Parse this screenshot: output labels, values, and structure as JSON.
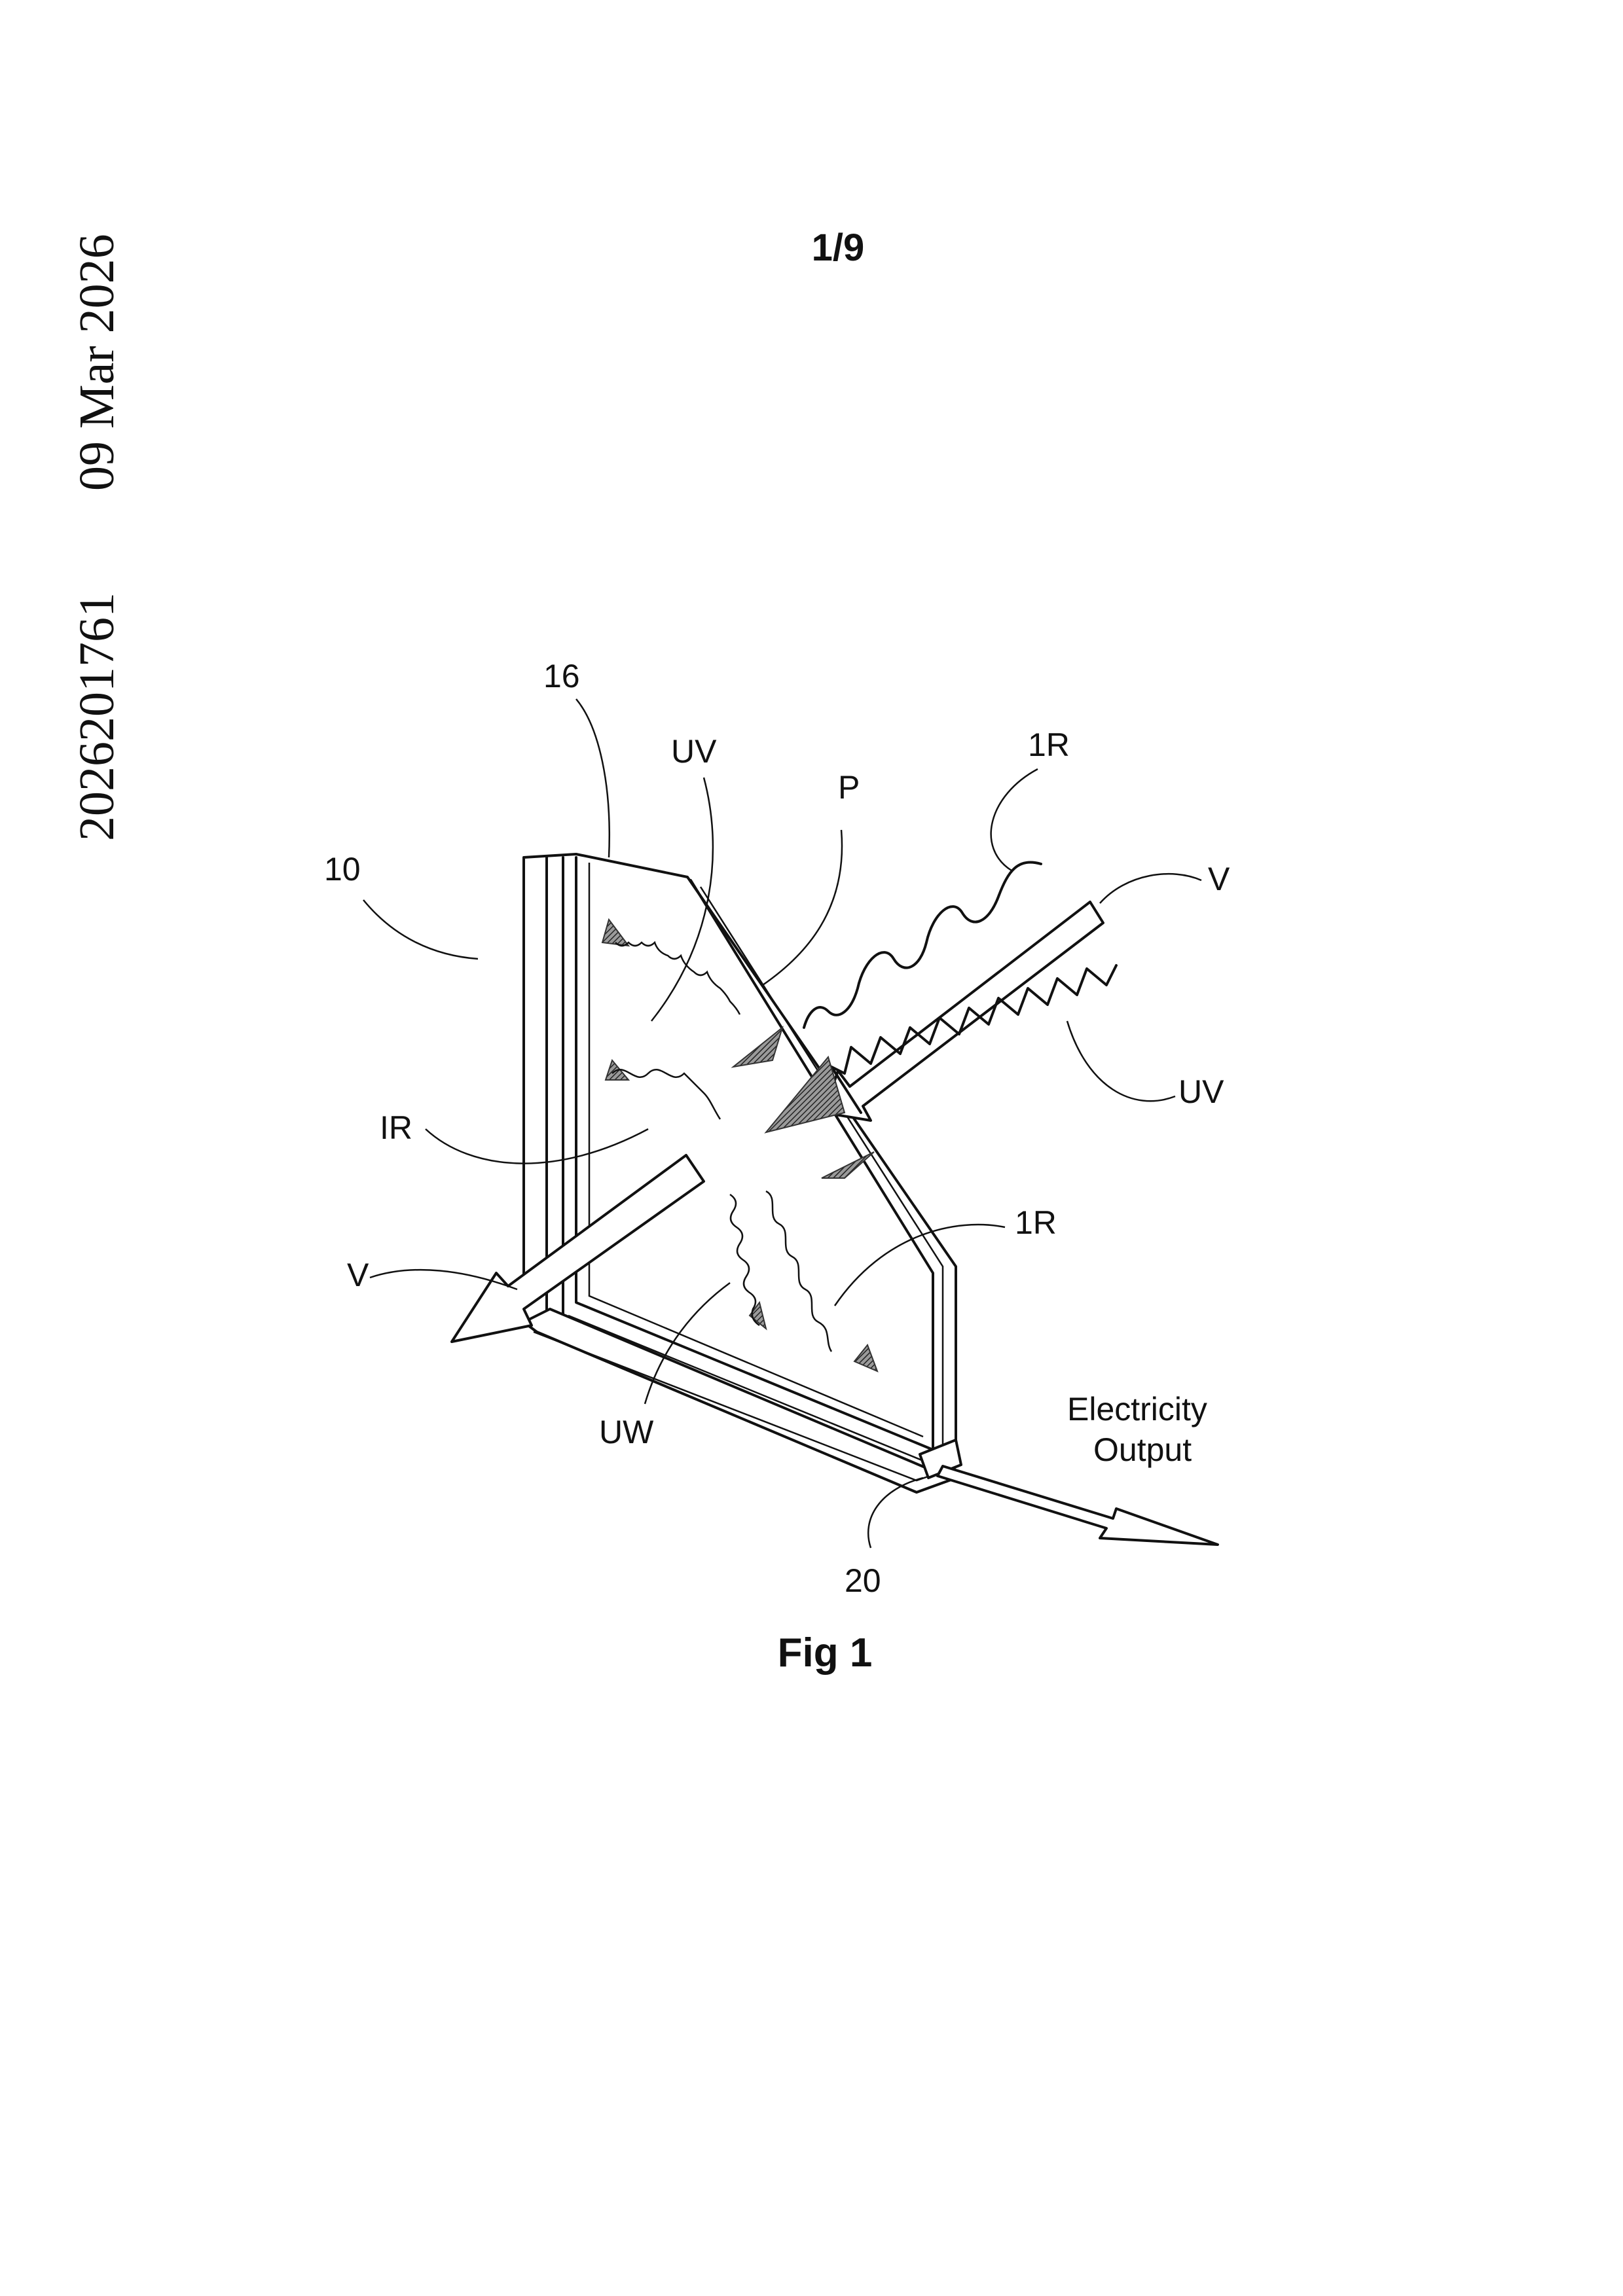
{
  "header": {
    "application_number": "2026201761",
    "filing_date": "09 Mar 2026",
    "sheet_number": "1/9"
  },
  "figure": {
    "caption": "Fig 1",
    "labels": {
      "ref_16": "16",
      "ref_10": "10",
      "ref_20": "20",
      "uv_top": "UV",
      "uv_right": "UV",
      "p": "P",
      "ir_right_top": "1R",
      "ir_right_bottom": "1R",
      "ir_left": "IR",
      "v_right": "V",
      "v_left": "V",
      "uw": "UW",
      "electricity_line1": "Electricity",
      "electricity_line2": "Output"
    }
  }
}
